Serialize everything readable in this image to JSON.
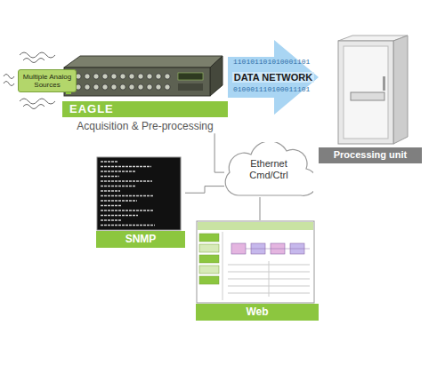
{
  "diagram": {
    "nodes": [
      {
        "text": [
          "Multiple Analog Sources"
        ]
      },
      {
        "text": [
          "EAGLE",
          "Acquisition & Pre-processing"
        ]
      },
      {
        "text": [
          "Processing unit"
        ]
      },
      {
        "text": [
          "Ethernet Cmd/Ctrl"
        ]
      },
      {
        "text": [
          "SNMP"
        ]
      },
      {
        "text": [
          "Web"
        ]
      }
    ],
    "edges": [
      {
        "from": 1,
        "to": 2,
        "arrow": "to",
        "label": "DATA NETWORK"
      },
      {
        "from": 1,
        "to": 3,
        "arrow": "none"
      },
      {
        "from": 3,
        "to": 4,
        "arrow": "none"
      },
      {
        "from": 3,
        "to": 5,
        "arrow": "none"
      }
    ],
    "labels": [
      "110101101010001101",
      "010001110100011101"
    ]
  }
}
